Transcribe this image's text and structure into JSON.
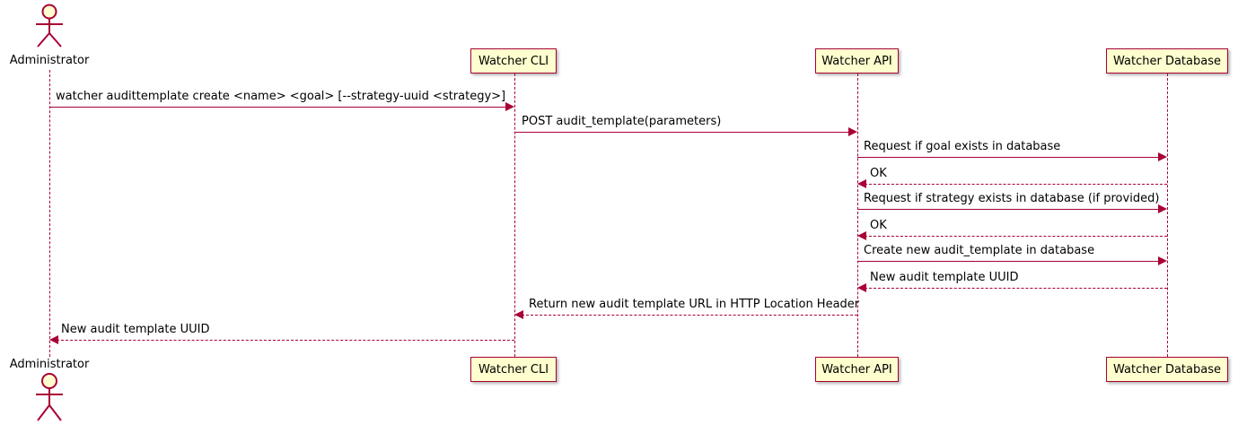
{
  "diagram": {
    "type": "sequence-diagram",
    "colors": {
      "participant_fill": "#FEFECE",
      "border_and_arrows": "#A80036",
      "text": "#000000",
      "background": "#FFFFFF"
    },
    "actors": [
      {
        "name": "Administrator"
      }
    ],
    "participants": [
      {
        "label": "Watcher CLI"
      },
      {
        "label": "Watcher API"
      },
      {
        "label": "Watcher Database"
      }
    ],
    "messages": [
      {
        "from": "Administrator",
        "to": "Watcher CLI",
        "style": "solid",
        "text": "watcher audittemplate create <name> <goal> [--strategy-uuid <strategy>]"
      },
      {
        "from": "Watcher CLI",
        "to": "Watcher API",
        "style": "solid",
        "text": "POST audit_template(parameters)"
      },
      {
        "from": "Watcher API",
        "to": "Watcher Database",
        "style": "solid",
        "text": "Request if goal exists in database"
      },
      {
        "from": "Watcher Database",
        "to": "Watcher API",
        "style": "dashed",
        "text": "OK"
      },
      {
        "from": "Watcher API",
        "to": "Watcher Database",
        "style": "solid",
        "text": "Request if strategy exists in database (if provided)"
      },
      {
        "from": "Watcher Database",
        "to": "Watcher API",
        "style": "dashed",
        "text": "OK"
      },
      {
        "from": "Watcher API",
        "to": "Watcher Database",
        "style": "solid",
        "text": "Create new audit_template in database"
      },
      {
        "from": "Watcher Database",
        "to": "Watcher API",
        "style": "dashed",
        "text": "New audit template UUID"
      },
      {
        "from": "Watcher API",
        "to": "Watcher CLI",
        "style": "dashed",
        "text": "Return new audit template URL in HTTP Location Header"
      },
      {
        "from": "Watcher CLI",
        "to": "Administrator",
        "style": "dashed",
        "text": "New audit template UUID"
      }
    ]
  }
}
